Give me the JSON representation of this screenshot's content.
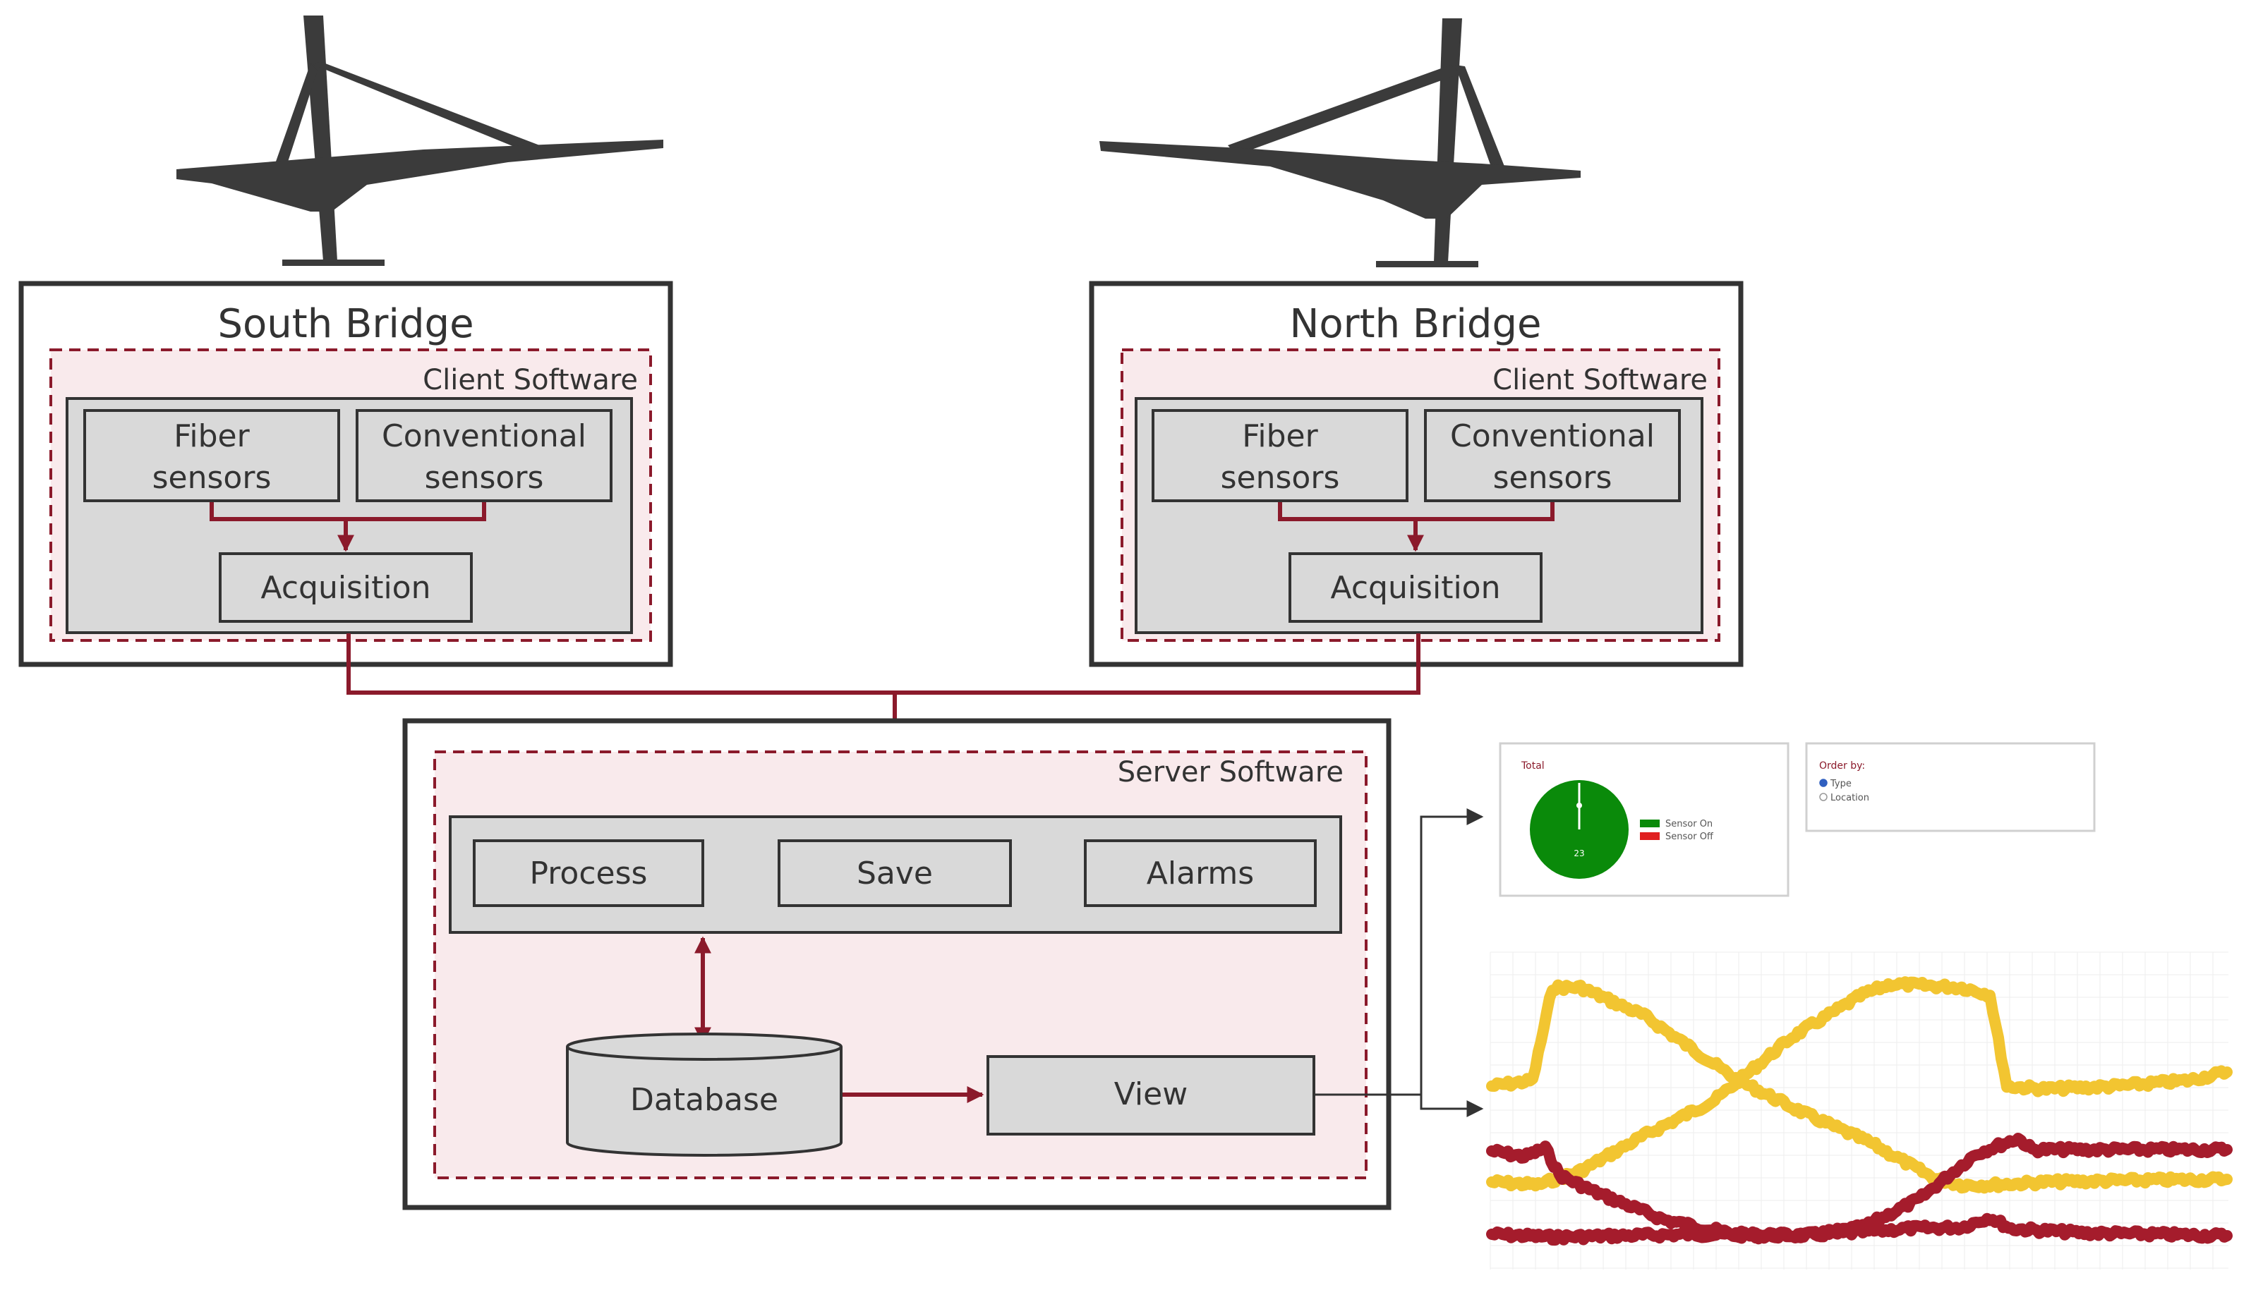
{
  "south_bridge": {
    "title": "South Bridge",
    "client_label": "Client Software",
    "fiber_line1": "Fiber",
    "fiber_line2": "sensors",
    "conv_line1": "Conventional",
    "conv_line2": "sensors",
    "acquisition": "Acquisition"
  },
  "north_bridge": {
    "title": "North Bridge",
    "client_label": "Client Software",
    "fiber_line1": "Fiber",
    "fiber_line2": "sensors",
    "conv_line1": "Conventional",
    "conv_line2": "sensors",
    "acquisition": "Acquisition"
  },
  "server": {
    "label": "Server Software",
    "process": "Process",
    "save": "Save",
    "alarms": "Alarms",
    "database": "Database",
    "view": "View"
  },
  "dashboard": {
    "total_label": "Total",
    "total_value": "23",
    "legend_on": "Sensor On",
    "legend_off": "Sensor Off",
    "order_by": "Order by:",
    "order_type": "Type",
    "order_location": "Location"
  },
  "colors": {
    "accent": "#8b1a2b",
    "box_fill": "#d9d9d9",
    "panel_fill": "#f9eaec",
    "silhouette": "#3b3b3b",
    "sensor_on": "#0a8a0a",
    "sensor_off": "#e02020",
    "trace_yellow": "#f2c531",
    "trace_red": "#a51c2c"
  }
}
